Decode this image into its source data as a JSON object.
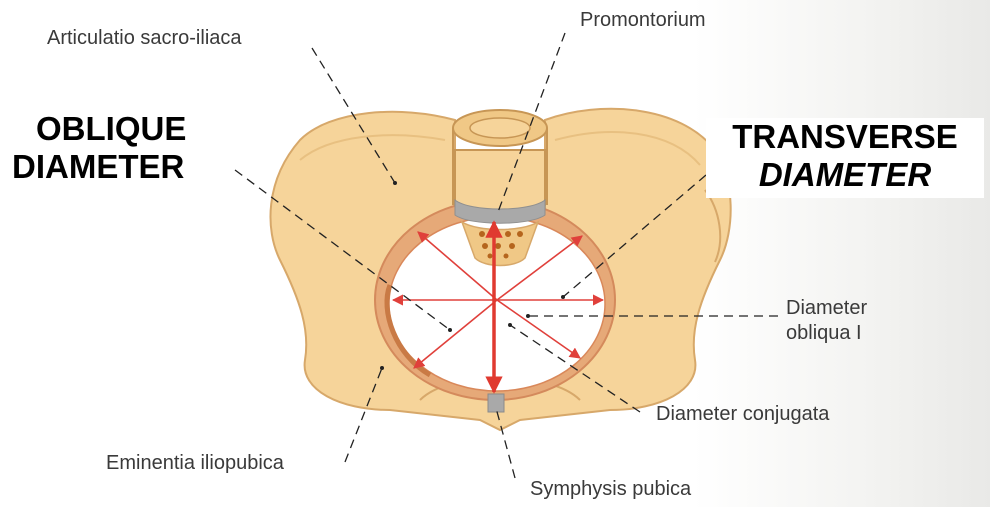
{
  "labels": {
    "articulatio": "Articulatio sacro-iliaca",
    "promontorium": "Promontorium",
    "diameter_obliqua_1": "Diameter",
    "diameter_obliqua_2": "obliqua I",
    "diameter_conjugata": "Diameter conjugata",
    "eminentia": "Eminentia iliopubica",
    "symphysis": "Symphysis pubica"
  },
  "callouts": {
    "oblique_line1": "OBLIQUE",
    "oblique_line2": "DIAMETER",
    "transverse_line1": "TRANSVERSE",
    "transverse_line2": "DIAMETER"
  },
  "colors": {
    "bone_fill": "#f6d49a",
    "bone_stroke": "#d7a86a",
    "arrow_red": "#e0403b",
    "inlet_ring": "#d9885a",
    "joint_gray": "#a9a9a9"
  }
}
